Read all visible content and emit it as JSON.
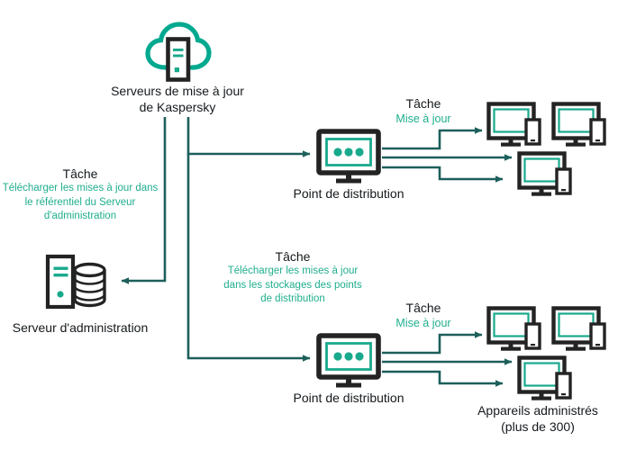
{
  "diagram": {
    "title": "Kaspersky update distribution topology",
    "colors": {
      "dark_text": "#15191c",
      "teal_text": "#1fae8e",
      "cloud_teal": "#00a98f",
      "icon_teal": "#19a98c",
      "connector": "#1d5f5b",
      "outline_black": "#232323"
    },
    "nodes": {
      "update_servers": {
        "icon": "cloud-server-icon",
        "caption_line1": "Serveurs de mise à jour",
        "caption_line2": "de Kaspersky"
      },
      "admin_server": {
        "icon": "server-database-icon",
        "caption": "Serveur d'administration"
      },
      "distribution_point_top": {
        "icon": "monitor-dots-icon",
        "caption": "Point de distribution"
      },
      "distribution_point_bottom": {
        "icon": "monitor-dots-icon",
        "caption": "Point de distribution"
      },
      "managed_devices": {
        "icon": "monitor-phone-icon",
        "caption_line1": "Appareils administrés",
        "caption_line2": "(plus de 300)"
      }
    },
    "labels": {
      "task_to_admin_server": {
        "heading": "Tâche",
        "body_line1": "Télécharger les mises à jour dans",
        "body_line2": "le référentiel du Serveur",
        "body_line3": "d'administration"
      },
      "task_to_distribution_points": {
        "heading": "Tâche",
        "body_line1": "Télécharger les mises à jour",
        "body_line2": "dans les stockages des points",
        "body_line3": "de distribution"
      },
      "task_update_top": {
        "heading": "Tâche",
        "body_line1": "Mise à jour"
      },
      "task_update_bottom": {
        "heading": "Tâche",
        "body_line1": "Mise à jour"
      }
    }
  }
}
